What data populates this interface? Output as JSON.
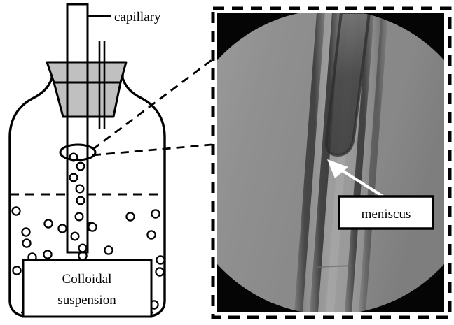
{
  "figure": {
    "type": "scientific-diagram-with-inset-photograph",
    "panels": [
      "schematic",
      "micrograph"
    ]
  },
  "schematic": {
    "capillary_label": "capillary",
    "suspension_label_line1": "Colloidal",
    "suspension_label_line2": "suspension",
    "parts": {
      "capillary_tube": "capillary-tube",
      "thin_tube": "thin-vent-tube",
      "stopper": "rubber-stopper",
      "flask": "flask-vessel",
      "liquid_level": "liquid-level-dashed-line",
      "meniscus_marker": "meniscus-ellipse-marker",
      "particles": "colloid-particles"
    },
    "colors": {
      "outline": "#000000",
      "stopper_fill": "#c0c0c0",
      "background": "#ffffff"
    }
  },
  "micrograph": {
    "meniscus_label": "meniscus",
    "parts": {
      "border": "dashed-callout-border",
      "field_of_view": "circular-field-of-view",
      "capillary_walls": "capillary-tube-walls",
      "meniscus": "meniscus-dark-curve",
      "arrow": "meniscus-pointer-arrow"
    },
    "colors": {
      "border": "#000000",
      "corner_black": "#000000",
      "field_gray": "#8c8c8c",
      "wall_dark": "#4a4a4a",
      "arrow": "#ffffff",
      "label_box": "#ffffff"
    }
  },
  "callout": {
    "connector_style": "dashed",
    "from": "meniscus-ellipse-marker",
    "to": "micrograph-panel"
  }
}
